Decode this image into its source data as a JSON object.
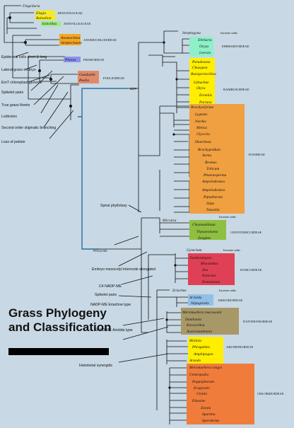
{
  "title_line1": "Grass Phylogeny",
  "title_line2": "and Classification",
  "colors": {
    "background": "#c8d8e4",
    "anomochlooideae": "#f5a623",
    "pharoideae": "#8f8ff0",
    "puelioideae": "#e08a6a",
    "oryzoideae_small": "#8ef0c8",
    "bambusoideae": "#ffee00",
    "pooideae": "#f0a040",
    "aristidoideae": "#90c0e8",
    "danthonioideae": "#a89868",
    "arundinoideae": "#ffee00",
    "chloridoideae": "#f07c3c",
    "panicoideae": "#e04055",
    "centothecoideae": "#8fbf40",
    "pharoid_green": "#9af07a"
  },
  "outgroups": [
    {
      "genus": "Flagellaria",
      "family": ""
    },
    {
      "genus": "Elegia",
      "family": "RESTIONACEAE"
    },
    {
      "genus": "Baloskion",
      "family": ""
    },
    {
      "genus": "Joinvillea",
      "family": "JOINVILLEACEAE"
    }
  ],
  "early_groups": [
    {
      "genera": [
        "Anomochloa",
        "Streptochaeta"
      ],
      "subfamily": "ANOMOCHLOOIDEAE"
    },
    {
      "genera": [
        "Pharus"
      ],
      "subfamily": "PHAROIDEAE"
    },
    {
      "genera": [
        "Guaduella",
        "Puelia"
      ],
      "subfamily": "PUELIOIDEAE"
    }
  ],
  "annotations": [
    "Epidermal cells short & long",
    "Lateral grass embryo",
    "EmT chloroplast genome",
    "Spikelet pairs",
    "True grass florets",
    "Lodicules",
    "Second order stigmatic branching",
    "Loss of petiole",
    "Spiral phyllotaxy",
    "Embryo mesocotyl internode elongated",
    "Spikelet pairs",
    "C4 NADP-ME",
    "NADP-ME Eriachne type",
    "NAPD-ME Aristida type",
    "Hairstorial synergids"
  ],
  "clades": {
    "bep": "BEP",
    "paccad": "PACCAD"
  },
  "bep": {
    "incertae_sedis_label": "Incertae sedis",
    "streptogyna": "Streptogyna",
    "ehrharta": [
      "Ehrharta",
      "Oryza",
      "Leersia"
    ],
    "ehrharta_subfamily": "EHRHARTOIDEAE",
    "bambusoideae": [
      "Pseudosasa",
      "Chusquea",
      "Buergersiochloa",
      "Lithachne",
      "Olyra",
      "Eremitis",
      "Pariana"
    ],
    "bambusoideae_label": "BAMBUSOIDEAE",
    "pooideae": [
      "Brachyelytrum",
      "Lygeum",
      "Nardus",
      "Melica",
      "Glyceria",
      "Diarrhena",
      "Brachypodium",
      "Avena",
      "Bromus",
      "Triticum",
      "Phaenosperma",
      "Ampelodesmos",
      "Piptatherum",
      "Stipa",
      "Nassella"
    ],
    "pooideae_first": "Brachyelytrum",
    "pooideae_extra": "Ampelodesmos",
    "pooideae_label": "POOIDEAE"
  },
  "paccad": {
    "micraira": "Micraira",
    "centothecoideae": [
      "Chasmanthium",
      "Thysanolaena",
      "Zeugites"
    ],
    "centothecoideae_label": "CENTOTHECOIDEAE",
    "gynerium": "Gynerium",
    "panicoideae": [
      "Danthoniopsis",
      "Miscanthus",
      "Zea",
      "Panicum",
      "Pennisetum"
    ],
    "panicoideae_label": "PANICOIDEAE",
    "eriachne": "Eriachne",
    "aristidoideae": [
      "Aristida",
      "Stipagrostis"
    ],
    "aristidoideae_label": "ARISTIDOIDEAE",
    "danthonioideae": [
      "Merxmuellera macowanii",
      "Danthonia",
      "Karoochloa",
      "Austrodanthonia"
    ],
    "danthonioideae_label": "DANTHONIOIDEAE",
    "arundinoideae": [
      "Molinia",
      "Phragmites",
      "Amphipogon",
      "Arundo"
    ],
    "arundinoideae_label": "ARUNDINOIDEAE",
    "chloridoideae": [
      "Merxmuellera rangei",
      "Centropodia",
      "Pappophorum",
      "Eragrostis",
      "Uniola",
      "Eleusine",
      "Zoysia",
      "Spartina",
      "Sporobolus"
    ],
    "chloridoideae_label": "CHLORIDOIDEAE"
  },
  "incertae_sedis": "Incertae sedis"
}
